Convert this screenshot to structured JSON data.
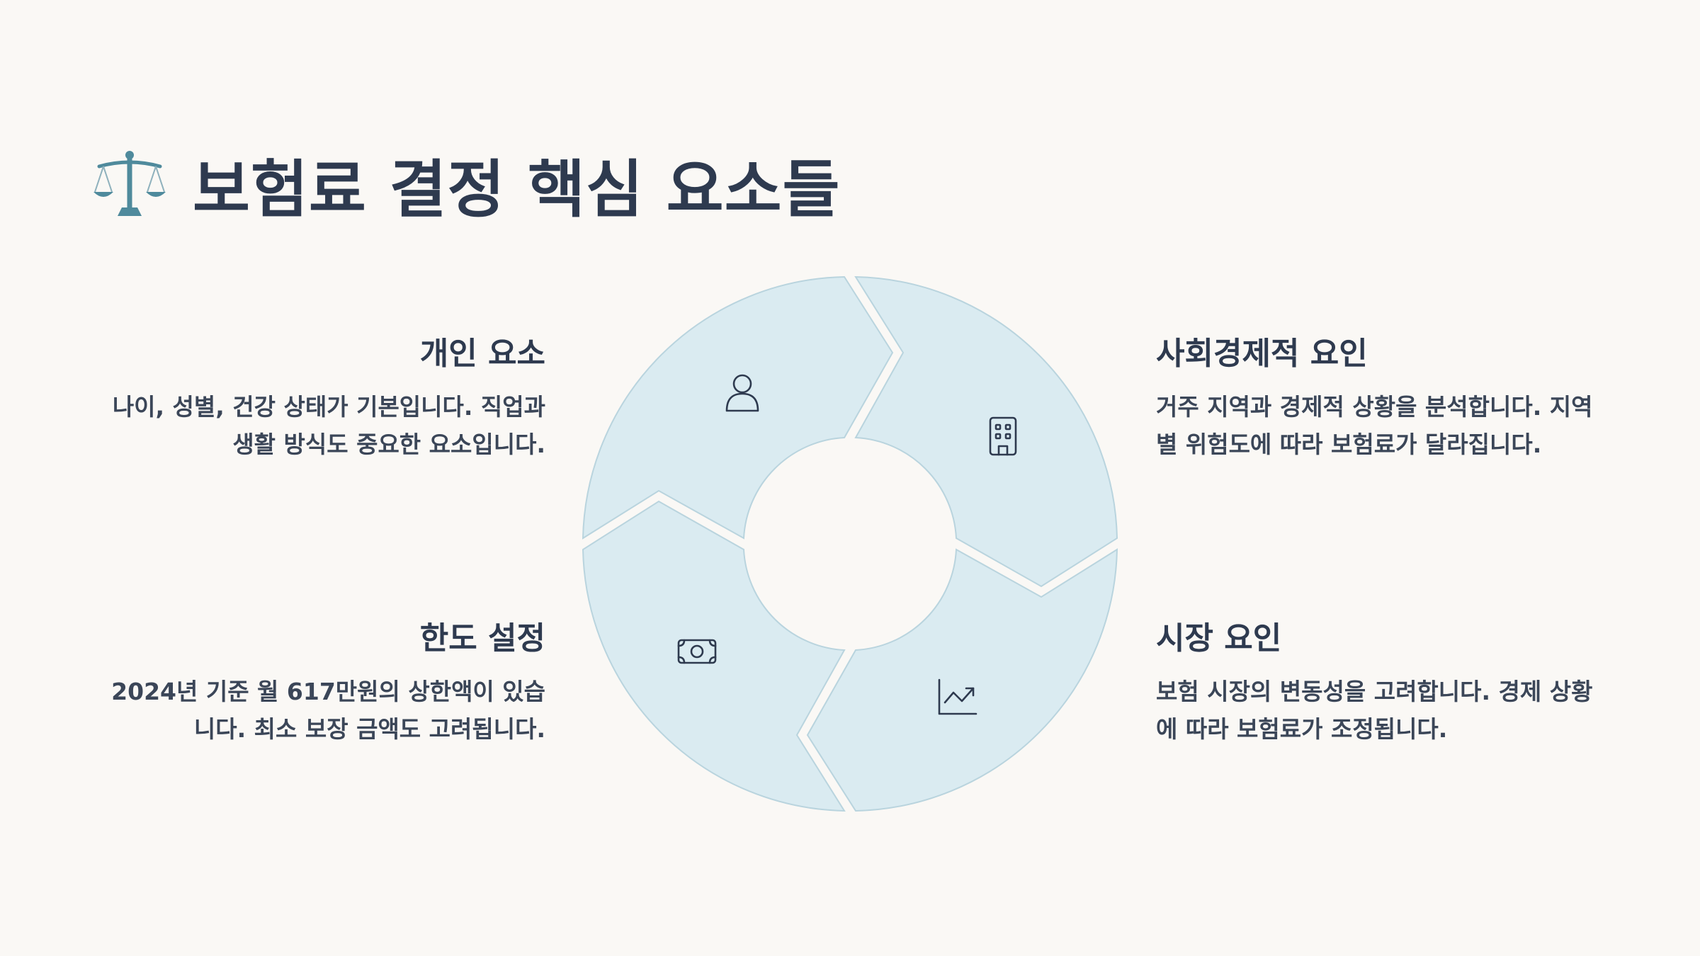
{
  "title": "보험료 결정 핵심 요소들",
  "title_icon": "balance-scale-icon",
  "colors": {
    "background": "#faf8f5",
    "segment_fill": "#daebf1",
    "segment_stroke": "#b9d4de",
    "text": "#2e3a4f",
    "icon_teal": "#4f8a9c"
  },
  "factors": {
    "personal": {
      "title": "개인 요소",
      "description": "나이, 성별, 건강 상태가 기본입니다. 직업과 생활 방식도 중요한 요소입니다.",
      "icon": "person-icon"
    },
    "social": {
      "title": "사회경제적 요인",
      "description": "거주 지역과 경제적 상황을 분석합니다. 지역별 위험도에 따라 보험료가 달라집니다.",
      "icon": "building-icon"
    },
    "limit": {
      "title": "한도 설정",
      "description": "2024년 기준 월 617만원의 상한액이 있습니다. 최소 보장 금액도 고려됩니다.",
      "icon": "banknote-icon"
    },
    "market": {
      "title": "시장 요인",
      "description": "보험 시장의 변동성을 고려합니다. 경제 상황에 따라 보험료가 조정됩니다.",
      "icon": "trend-chart-icon"
    }
  }
}
